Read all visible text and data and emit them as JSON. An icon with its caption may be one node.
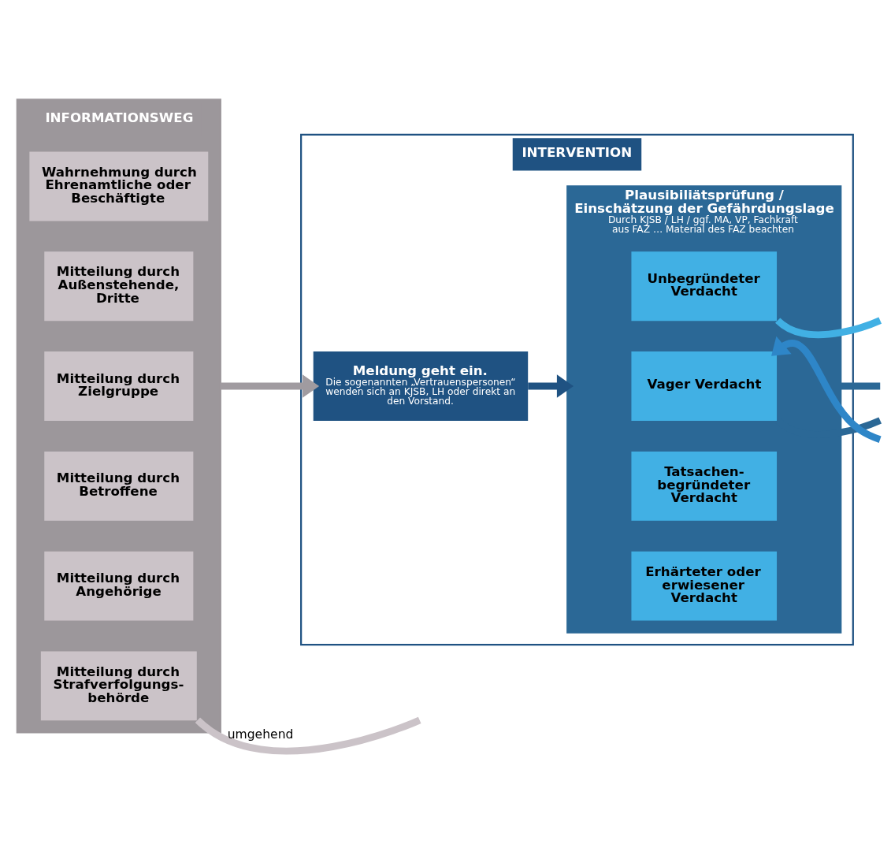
{
  "diagram": {
    "nodes": [
      {
        "text": [
          "INFORMATIONSWEG"
        ]
      },
      {
        "text": [
          "Wahrnehmung durch Ehrenamtliche oder Beschäftigte"
        ],
        "in": 0
      },
      {
        "text": [
          "Mitteilung durch Außenstehende, Dritte"
        ],
        "in": 0
      },
      {
        "text": [
          "Mitteilung durch Zielgruppe"
        ],
        "in": 0
      },
      {
        "text": [
          "Mitteilung durch Betroffene"
        ],
        "in": 0
      },
      {
        "text": [
          "Mitteilung durch Angehörige"
        ],
        "in": 0
      },
      {
        "text": [
          "Mitteilung durch Strafverfolgungs- behörde"
        ],
        "in": 0
      },
      {
        "text": [
          "INTERVENTION"
        ]
      },
      {
        "text": [
          "Meldung geht ein.",
          "Die sogenannten „Vertrauenspersonen“ wenden sich an KJSB, LH oder direkt an den Vorstand."
        ],
        "in": 7
      },
      {
        "text": [
          "Plausibiliätsprüfung / Einschätzung der Gefährdungslage",
          "Durch KJSB / LH / ggf. MA, VP, Fachkraft aus FAZ … Material des FAZ beachten"
        ],
        "in": 7
      },
      {
        "text": [
          "Unbegründeter Verdacht"
        ],
        "in": 9
      },
      {
        "text": [
          "Vager Verdacht"
        ],
        "in": 9
      },
      {
        "text": [
          "Tatsachen- begründeter Verdacht"
        ],
        "in": 9
      },
      {
        "text": [
          "Erhärteter oder erwiesener Verdacht"
        ],
        "in": 9
      }
    ],
    "edges": [
      {
        "from": 0,
        "to": 8,
        "arrow": "to",
        "color": "#a09ba0"
      },
      {
        "from": 8,
        "to": 9,
        "arrow": "to",
        "color": "#1f5282"
      },
      {
        "from": 10,
        "to": null,
        "arrow": "none",
        "color": "#41b0e4"
      },
      {
        "from": null,
        "to": 11,
        "arrow": "to",
        "color": "#2e86c8"
      },
      {
        "from": 11,
        "to": null,
        "arrow": "none",
        "color": "#2b6896"
      },
      {
        "from": 9,
        "to": null,
        "arrow": "none",
        "color": "#2b6896"
      },
      {
        "from": 6,
        "to": null,
        "arrow": "none",
        "label": "umgehend",
        "color": "#cbc3c8"
      }
    ]
  }
}
